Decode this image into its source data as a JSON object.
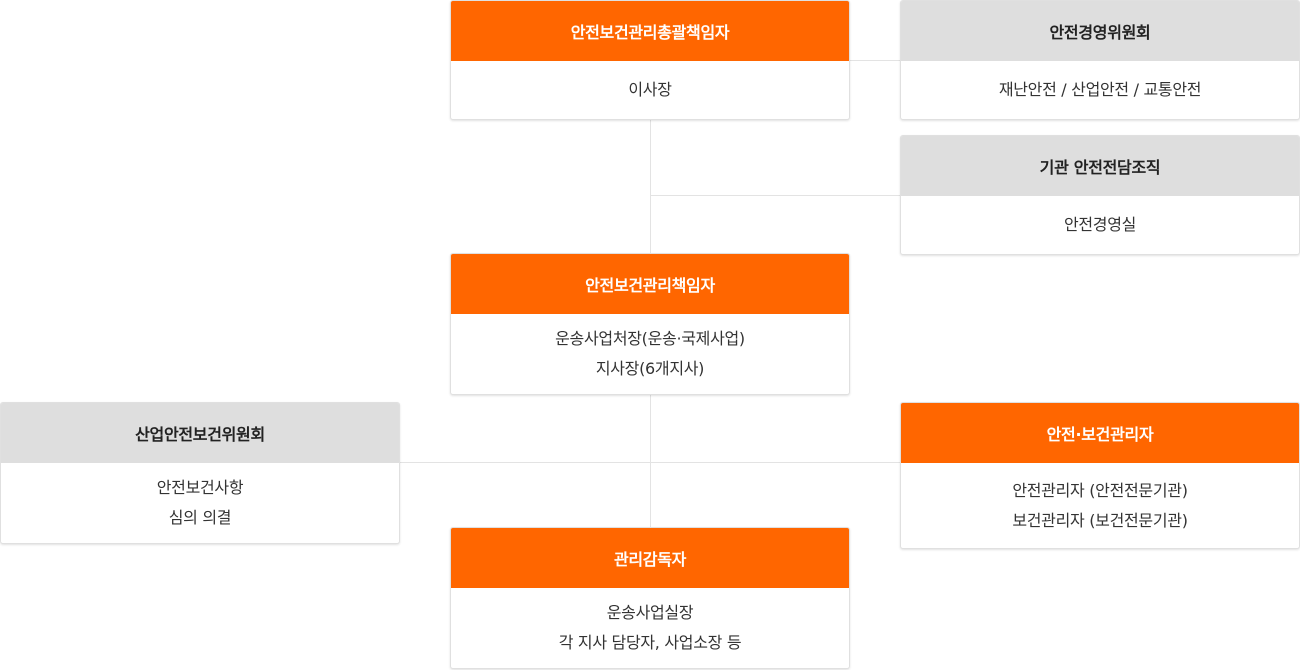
{
  "chief_officer": {
    "title": "안전보건관리총괄책임자",
    "lines": [
      "이사장"
    ]
  },
  "safety_committee": {
    "title": "안전경영위원회",
    "lines": [
      "재난안전 / 산업안전 / 교통안전"
    ]
  },
  "safety_org": {
    "title": "기관 안전전담조직",
    "lines": [
      "안전경영실"
    ]
  },
  "safety_officer": {
    "title": "안전보건관리책임자",
    "lines": [
      "운송사업처장(운송·국제사업)",
      "지사장(6개지사)"
    ]
  },
  "health_committee": {
    "title": "산업안전보건위원회",
    "lines": [
      "안전보건사항",
      "심의 의결"
    ]
  },
  "safety_health_manager": {
    "title": "안전·보건관리자",
    "lines": [
      "안전관리자 (안전전문기관)",
      "보건관리자 (보건전문기관)"
    ]
  },
  "supervisor": {
    "title": "관리감독자",
    "lines": [
      "운송사업실장",
      "각 지사 담당자, 사업소장 등"
    ]
  },
  "colors": {
    "accent": "#ff6600",
    "gray_header": "#dedede",
    "connector": "#e3e3e3"
  }
}
